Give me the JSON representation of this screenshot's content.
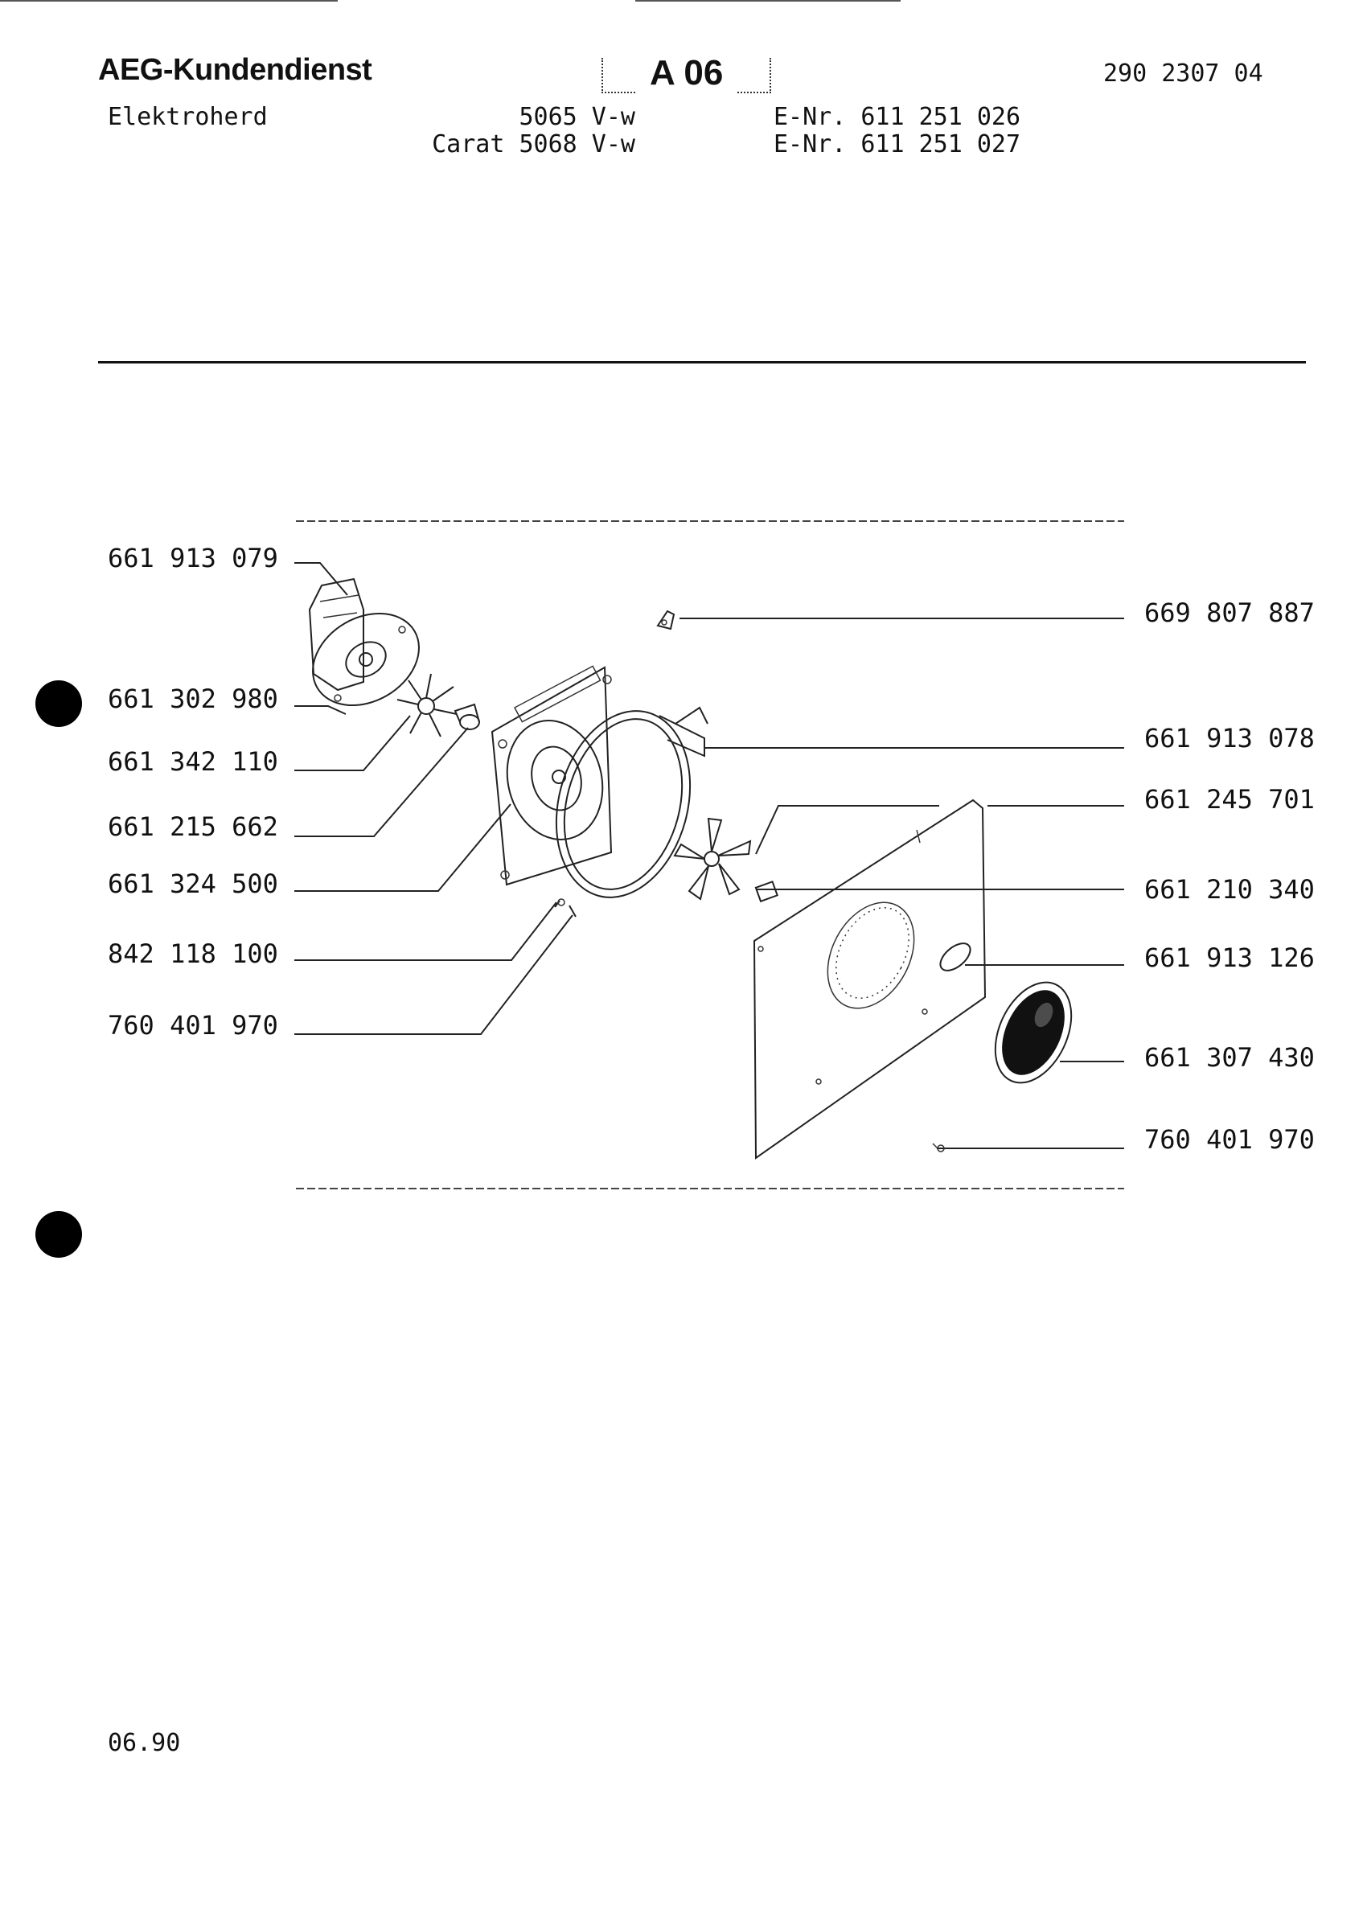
{
  "header": {
    "brand": "AEG-Kundendienst",
    "section_code": "A 06",
    "document_number": "290 2307 04",
    "appliance": "Elektroherd",
    "model_1": "5065 V-w",
    "model_2": "Carat 5068 V-w",
    "enr_1": "E-Nr. 611 251 026",
    "enr_2": "E-Nr. 611 251 027"
  },
  "parts_left": [
    "661 913 079",
    "661 302 980",
    "661 342 110",
    "661 215 662",
    "661 324 500",
    "842 118 100",
    "760 401 970"
  ],
  "parts_right": [
    "669 807 887",
    "661 913 078",
    "661 245 701",
    "661 210 340",
    "661 913 126",
    "661 307 430",
    "760 401 970"
  ],
  "footer": {
    "date": "06.90"
  }
}
